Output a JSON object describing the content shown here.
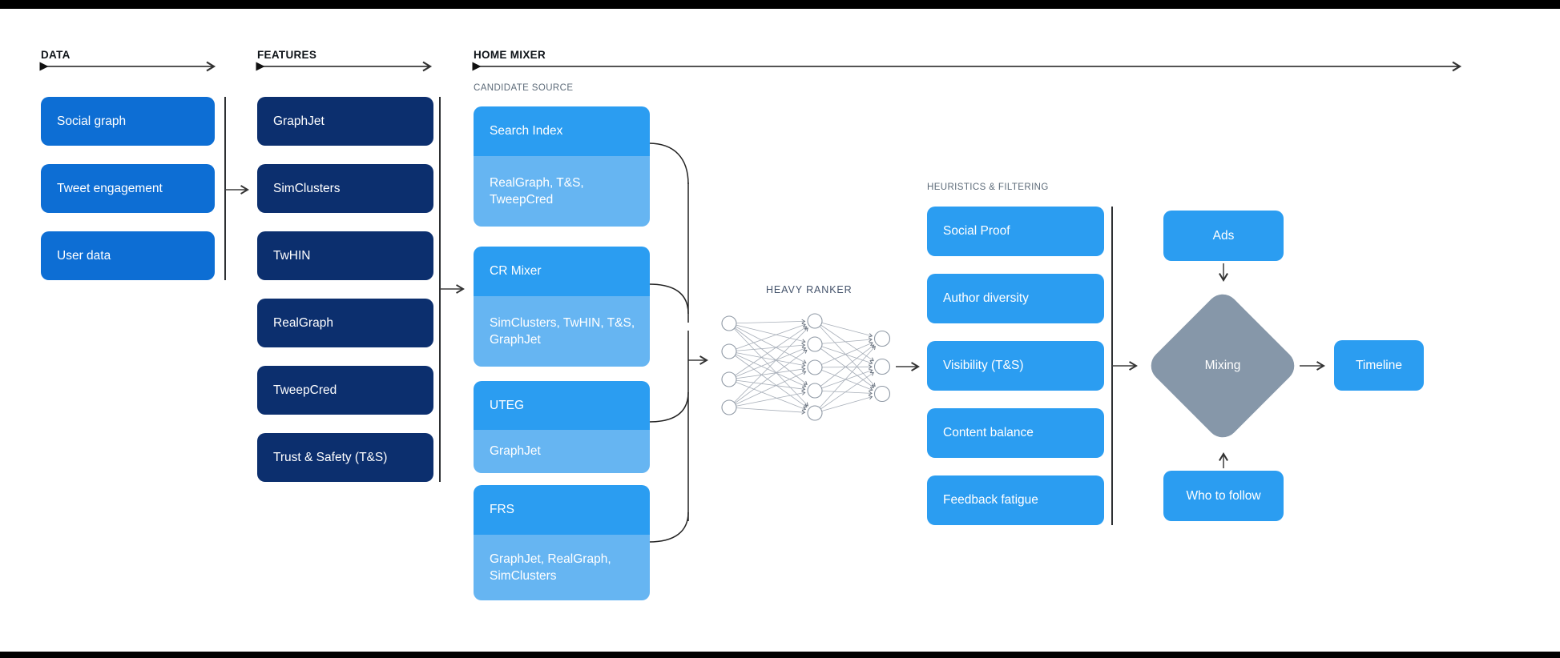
{
  "colors": {
    "data-box": "#0d6ed4",
    "feature-box": "#0c2f6e",
    "primary-box": "#2b9df1",
    "sub-box": "#66b5f2",
    "diamond": "#8697a9"
  },
  "headers": {
    "data": "DATA",
    "features": "FEATURES",
    "home_mixer": "HOME MIXER"
  },
  "section_labels": {
    "candidate_source": "CANDIDATE SOURCE",
    "heavy_ranker": "HEAVY RANKER",
    "heuristics_filtering": "HEURISTICS & FILTERING"
  },
  "data_sources": [
    "Social graph",
    "Tweet engagement",
    "User data"
  ],
  "features": [
    "GraphJet",
    "SimClusters",
    "TwHIN",
    "RealGraph",
    "TweepCred",
    "Trust & Safety (T&S)"
  ],
  "candidate_sources": [
    {
      "name": "Search Index",
      "uses": "RealGraph, T&S, TweepCred"
    },
    {
      "name": "CR Mixer",
      "uses": "SimClusters, TwHIN, T&S, GraphJet"
    },
    {
      "name": "UTEG",
      "uses": "GraphJet"
    },
    {
      "name": "FRS",
      "uses": "GraphJet, RealGraph, SimClusters"
    }
  ],
  "heuristics": [
    "Social Proof",
    "Author diversity",
    "Visibility (T&S)",
    "Content balance",
    "Feedback fatigue"
  ],
  "output_stage": {
    "ads": "Ads",
    "mixing": "Mixing",
    "who_to_follow": "Who to follow",
    "timeline": "Timeline"
  }
}
